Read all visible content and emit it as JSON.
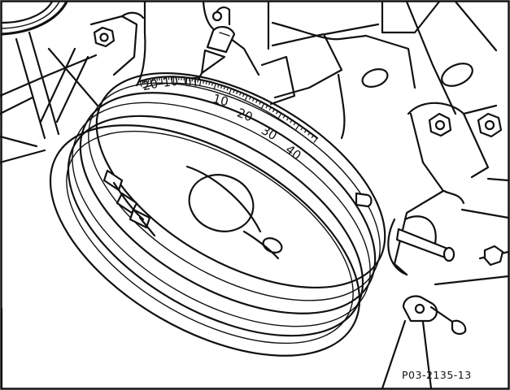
{
  "figure": {
    "reference_code": "P03-2135-13",
    "frame_color": "#111111",
    "background_color": "#ffffff"
  },
  "timing_scale": {
    "labels_before_zero": [
      "20",
      "10"
    ],
    "zero_label": "0T",
    "labels_after_zero": [
      "10",
      "20",
      "30",
      "40"
    ]
  },
  "icons": [
    "crankshaft-pulley-icon",
    "timing-pointer-icon",
    "bolt-icon",
    "bracket-icon",
    "pin-icon"
  ]
}
